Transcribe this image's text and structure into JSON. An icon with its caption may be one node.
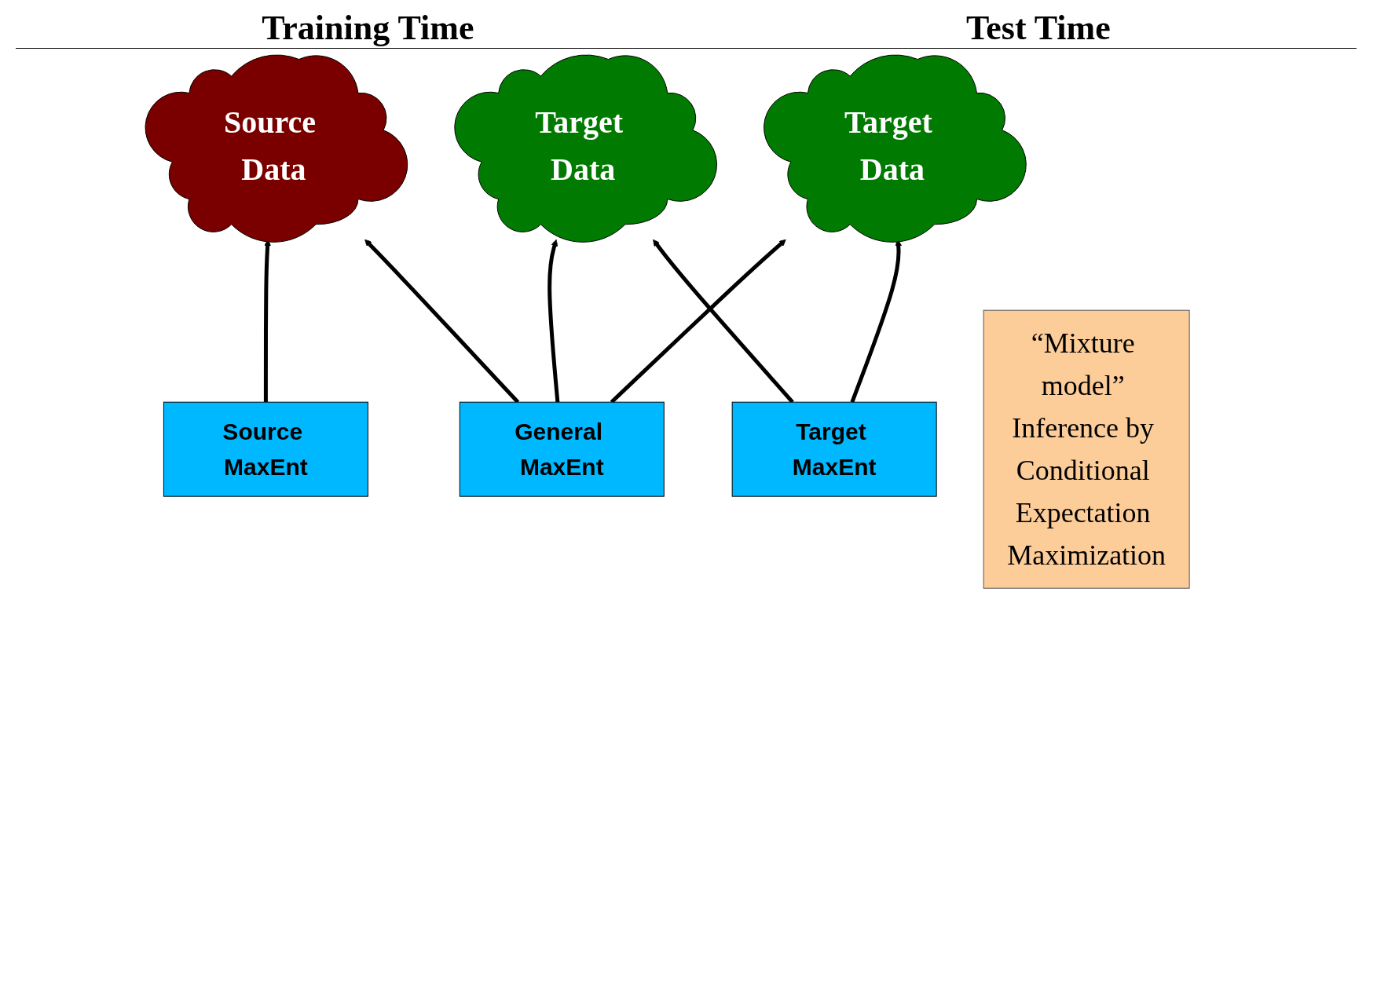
{
  "diagram": {
    "nodes": [
      {
        "text": [
          "Source Data"
        ]
      },
      {
        "text": [
          "Target Data"
        ]
      },
      {
        "text": [
          "Target Data"
        ]
      },
      {
        "text": [
          "Source MaxEnt"
        ]
      },
      {
        "text": [
          "General MaxEnt"
        ]
      },
      {
        "text": [
          "Target MaxEnt"
        ]
      },
      {
        "text": [
          "“Mixture model” Inference by Conditional Expectation Maximization"
        ]
      }
    ],
    "edges": [
      {
        "from": 3,
        "to": 0,
        "arrow": "to"
      },
      {
        "from": 4,
        "to": 0,
        "arrow": "to"
      },
      {
        "from": 4,
        "to": 1,
        "arrow": "to"
      },
      {
        "from": 5,
        "to": 1,
        "arrow": "to"
      },
      {
        "from": 4,
        "to": 2,
        "arrow": "to"
      },
      {
        "from": 5,
        "to": 2,
        "arrow": "to"
      }
    ],
    "labels": [
      "Training Time",
      "Test Time"
    ]
  }
}
